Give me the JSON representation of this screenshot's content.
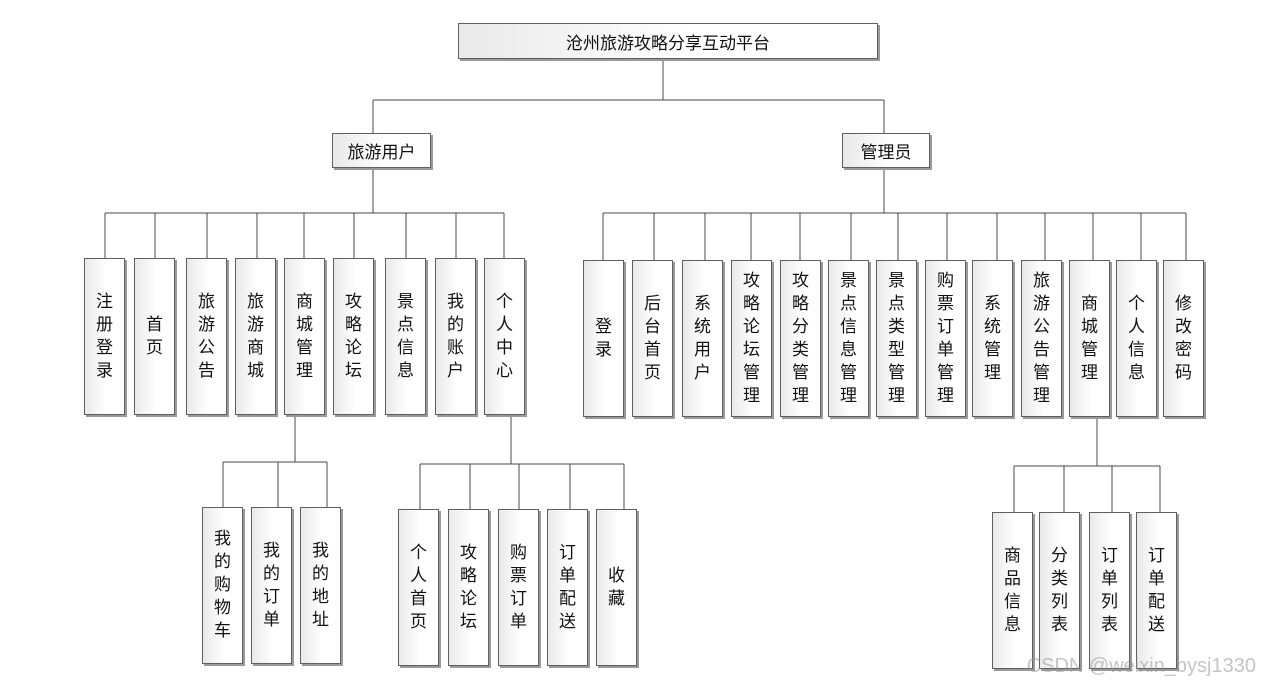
{
  "title": "沧州旅游攻略分享互动平台",
  "tourist": {
    "label": "旅游用户",
    "items": [
      "注册登录",
      "首页",
      "旅游公告",
      "旅游商城",
      "商城管理",
      "攻略论坛",
      "景点信息",
      "我的账户",
      "个人中心"
    ],
    "mall_sub": [
      "我的购物车",
      "我的订单",
      "我的地址"
    ],
    "center_sub": [
      "个人首页",
      "攻略论坛",
      "购票订单",
      "订单配送",
      "收藏"
    ]
  },
  "admin": {
    "label": "管理员",
    "items": [
      "登录",
      "后台首页",
      "系统用户",
      "攻略论坛管理",
      "攻略分类管理",
      "景点信息管理",
      "景点类型管理",
      "购票订单管理",
      "系统管理",
      "旅游公告管理",
      "商城管理",
      "个人信息",
      "修改密码"
    ],
    "mall_sub": [
      "商品信息",
      "分类列表",
      "订单列表",
      "订单配送"
    ]
  },
  "watermark": "CSDN @weixin_bysj1330"
}
